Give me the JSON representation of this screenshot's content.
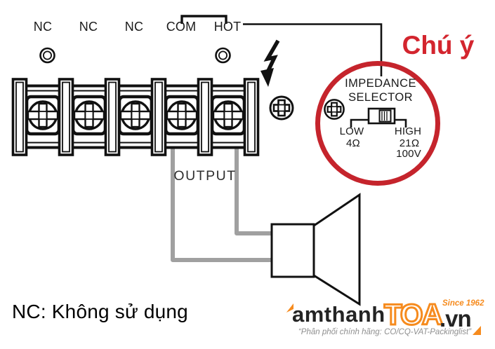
{
  "diagram": {
    "terminal_labels": [
      "NC",
      "NC",
      "NC",
      "COM",
      "HOT"
    ],
    "output_label": "OUTPUT",
    "attention_label": "Chú ý",
    "impedance": {
      "title_line1": "IMPEDANCE",
      "title_line2": "SELECTOR",
      "low_label": "LOW",
      "low_value": "4Ω",
      "high_label": "HIGH",
      "high_value": "21Ω",
      "high_voltage": "100V"
    },
    "nc_note": "NC: Không sử dụng"
  },
  "watermark": {
    "brand_prefix": "amthanh",
    "brand_main": "TOA",
    "brand_suffix": ".vn",
    "since": "Since 1962",
    "tagline": "“Phân phối chính hãng: CO/CQ-VAT-Packinglist”"
  },
  "colors": {
    "attention_red_circle": "#C5242C",
    "attention_red_text": "#D3252E",
    "wire_gray": "#A0A0A0",
    "line_black": "#111111",
    "brand_orange": "#F68B1E",
    "tagline_gray": "#8F8F8F"
  },
  "icons": {
    "screw": "screw-icon",
    "lightning": "lightning-icon",
    "speaker": "speaker-icon",
    "terminal_screw": "terminal-screw-icon",
    "mounting_hole": "mounting-hole-icon",
    "impedance_switch": "impedance-switch-icon"
  }
}
